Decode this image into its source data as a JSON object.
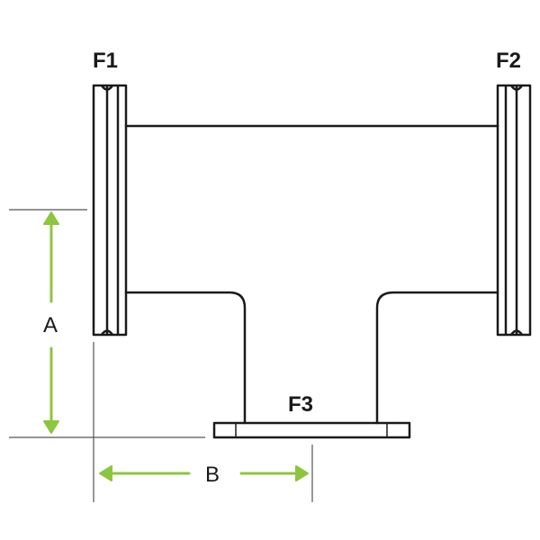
{
  "labels": {
    "flange_1": "F1",
    "flange_2": "F2",
    "flange_3": "F3",
    "dimension_a": "A",
    "dimension_b": "B"
  },
  "colors": {
    "outline": "#1a1a1a",
    "dimension_arrow": "#8cc63f",
    "extension_line": "#555555"
  }
}
